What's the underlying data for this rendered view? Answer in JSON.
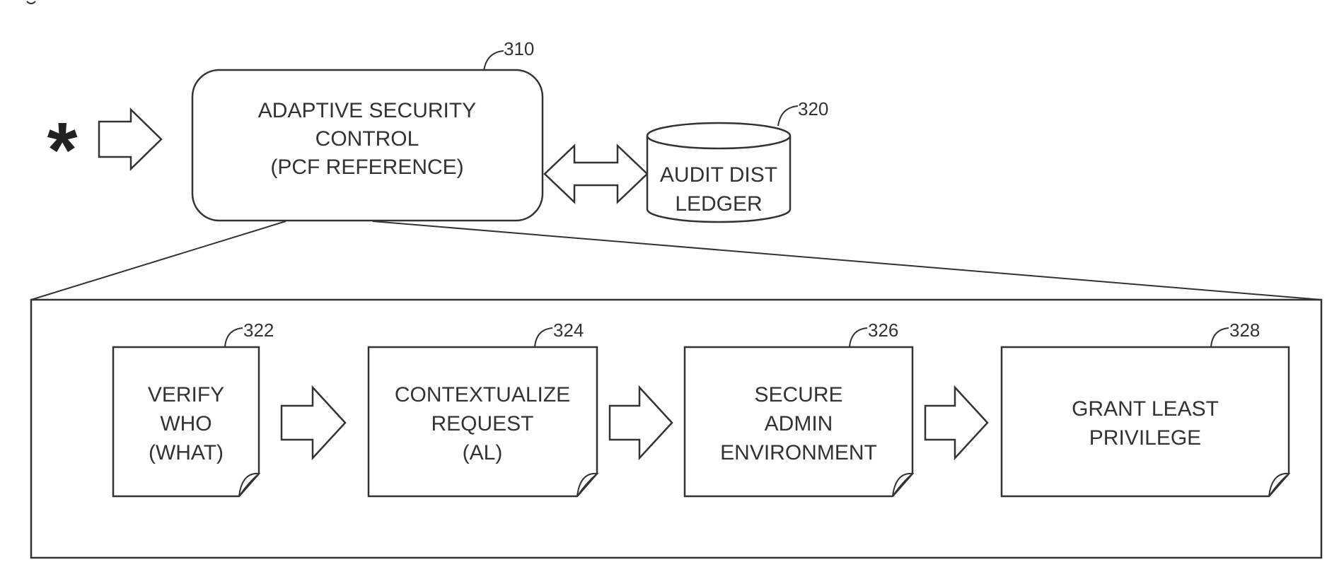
{
  "marker": {
    "symbol": "*"
  },
  "control": {
    "ref": "310",
    "lines": [
      "ADAPTIVE SECURITY",
      "CONTROL",
      "(PCF REFERENCE)"
    ]
  },
  "ledger": {
    "ref": "320",
    "lines": [
      "AUDIT DIST",
      "LEDGER"
    ]
  },
  "steps": [
    {
      "ref": "322",
      "lines": [
        "VERIFY",
        "WHO",
        "(WHAT)"
      ]
    },
    {
      "ref": "324",
      "lines": [
        "CONTEXTUALIZE",
        "REQUEST",
        "(AL)"
      ]
    },
    {
      "ref": "326",
      "lines": [
        "SECURE",
        "ADMIN",
        "ENVIRONMENT"
      ]
    },
    {
      "ref": "328",
      "lines": [
        "GRANT LEAST",
        "PRIVILEGE"
      ]
    }
  ],
  "colors": {
    "stroke": "#333333",
    "text": "#333333",
    "background": "#ffffff"
  }
}
